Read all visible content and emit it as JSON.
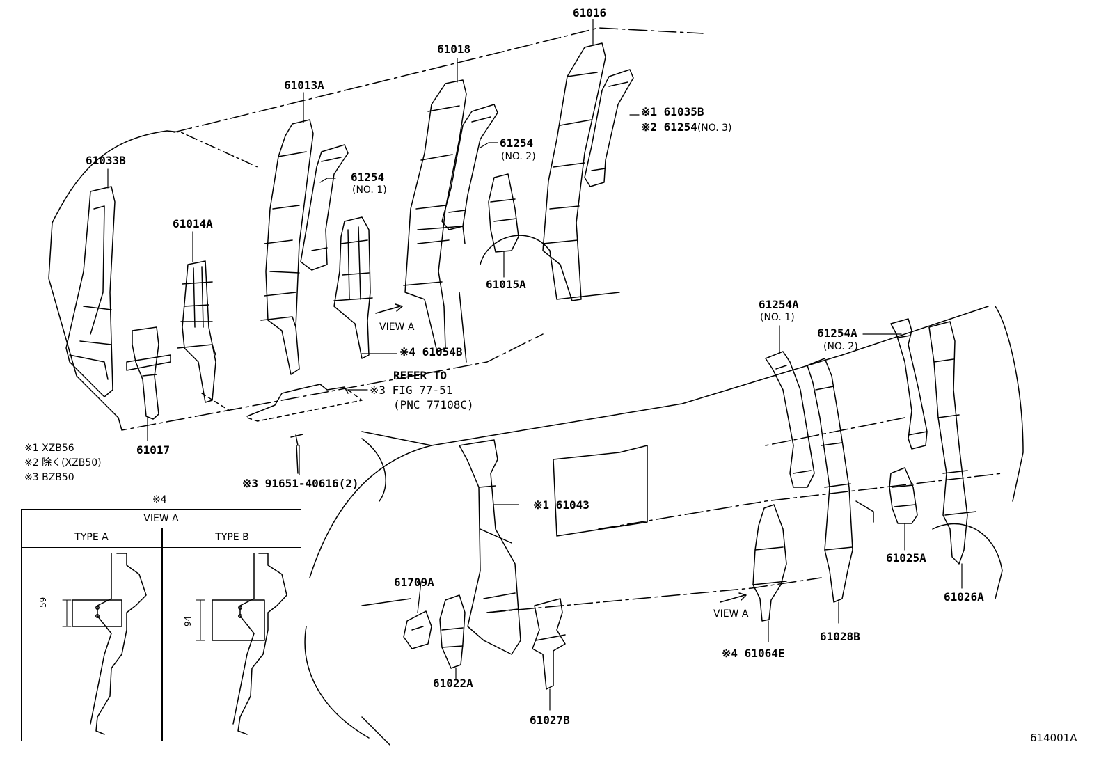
{
  "parts": {
    "p61016": "61016",
    "p61018": "61018",
    "p61013A": "61013A",
    "p61033B": "61033B",
    "p61254_no1": "61254",
    "p61254_no1_sub": "(NO. 1)",
    "p61254_no2": "61254",
    "p61254_no2_sub": "(NO. 2)",
    "p61035B": "※1 61035B",
    "p61254_no3": "※2 61254",
    "p61254_no3_sub": "(NO. 3)",
    "p61014A": "61014A",
    "p61015A": "61015A",
    "view_a_1": "VIEW A",
    "p61054B": "※4 61054B",
    "refer_to": "REFER TO",
    "fig": "※3 FIG 77-51",
    "pnc": "(PNC 77108C)",
    "p61017": "61017",
    "bolt": "※3 91651-40616(2)",
    "p61254A_no1": "61254A",
    "p61254A_no1_sub": "(NO. 1)",
    "p61254A_no2": "61254A",
    "p61254A_no2_sub": "(NO. 2)",
    "p61043": "※1 61043",
    "p61709A": "61709A",
    "p61022A": "61022A",
    "p61027B": "61027B",
    "view_a_2": "VIEW A",
    "p61064E": "※4 61064E",
    "p61028B": "61028B",
    "p61025A": "61025A",
    "p61026A": "61026A",
    "figure_code": "614001A"
  },
  "notes": {
    "n1": "※1 XZB56",
    "n2": "※2 除く(XZB50)",
    "n3": "※3 BZB50"
  },
  "inset": {
    "marker": "※4",
    "title": "VIEW A",
    "type_a": "TYPE   A",
    "type_b": "TYPE   B",
    "dim_a": "59",
    "dim_b": "94"
  }
}
